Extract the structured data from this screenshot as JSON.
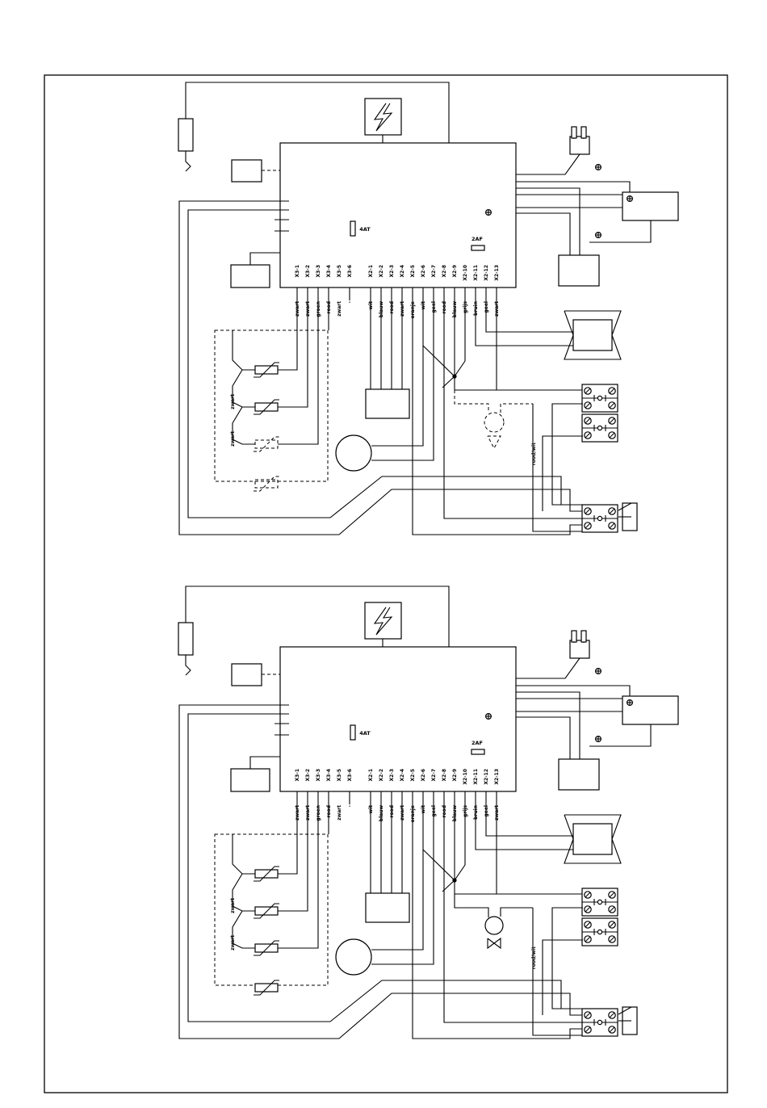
{
  "diagrams": [
    {
      "id": "top",
      "x3_terminals": [
        "X3-1",
        "X3-2",
        "X3-3",
        "X3-4",
        "X3-5",
        "X3-6"
      ],
      "x2_terminals": [
        "X2-1",
        "X2-2",
        "X2-3",
        "X2-4",
        "X2-5",
        "X2-6",
        "X2-7",
        "X2-8",
        "X2-9",
        "X2-10",
        "X2-11",
        "X2-12",
        "X2-13"
      ],
      "x3_wire_colors": [
        "zwart",
        "zwart",
        "groen",
        "rood",
        "zwart",
        "-"
      ],
      "x2_wire_colors": [
        "wit",
        "blauw",
        "rood",
        "zwart",
        "oranje",
        "wit",
        "geel",
        "rood",
        "blauw",
        "grijs",
        "bruin",
        "geel",
        "zwart"
      ],
      "fuse_main": "4AT",
      "fuse_small": "2AF",
      "side_labels": [
        "zwart",
        "zwart"
      ],
      "red_white": "rood/wit"
    },
    {
      "id": "bottom",
      "x3_terminals": [
        "X3-1",
        "X3-2",
        "X3-3",
        "X3-4",
        "X3-5",
        "X3-6"
      ],
      "x2_terminals": [
        "X2-1",
        "X2-2",
        "X2-3",
        "X2-4",
        "X2-5",
        "X2-6",
        "X2-7",
        "X2-8",
        "X2-9",
        "X2-10",
        "X2-11",
        "X2-12",
        "X2-13"
      ],
      "x3_wire_colors": [
        "zwart",
        "zwart",
        "groen",
        "rood",
        "zwart",
        "-"
      ],
      "x2_wire_colors": [
        "wit",
        "blauw",
        "rood",
        "zwart",
        "oranje",
        "wit",
        "geel",
        "rood",
        "blauw",
        "grijs",
        "bruin",
        "geel",
        "zwart"
      ],
      "fuse_main": "4AT",
      "fuse_small": "2AF",
      "side_labels": [
        "zwart",
        "zwart"
      ],
      "red_white": "rood/wit"
    }
  ]
}
